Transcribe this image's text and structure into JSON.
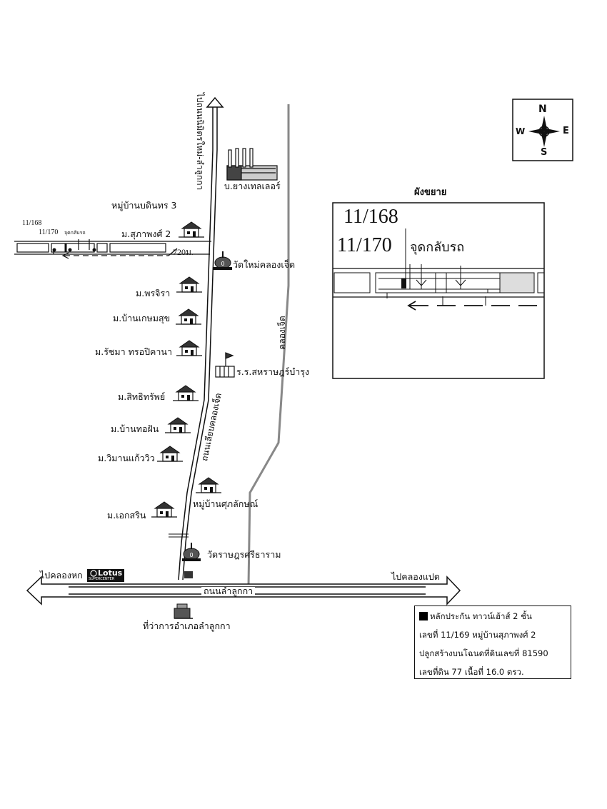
{
  "compass": {
    "n": "N",
    "s": "S",
    "e": "E",
    "w": "W"
  },
  "roads": {
    "north_road": "ไปถนนนิมิตรใหม่-ลำลูกกา",
    "main_road": "ถนนเลียบคลองเจ็ด",
    "bottom_road": "ถนนลำลูกกา",
    "canal": "คลองเจ็ด",
    "to_left": "ไปคลองหก",
    "to_right": "ไปคลองแปด",
    "distance": "720ม."
  },
  "landmarks": {
    "factory": "บ.ยางเทลเลอร์",
    "baan_boditoon": "หมู่บ้านบดินทร 3",
    "supapong": "ม.สุภาพงศ์ 2",
    "wat_mai": "วัดใหม่คลองเจ็ด",
    "pornjira": "ม.พรจิรา",
    "baan_kasem": "ม.บ้านเกษมสุข",
    "ratchama": "ม.รัชมา ทรอปิคานา",
    "school": "ร.ร.สหราษฎร์บำรุง",
    "sitthisap": "ม.สิทธิทรัพย์",
    "baan_torfan": "ม.บ้านทอฝัน",
    "wiman": "ม.วิมานแก้ววิว",
    "baan_suppalak": "หมู่บ้านศุภลักษณ์",
    "ekasarin": "ม.เอกสริน",
    "wat_rat": "วัดราษฎรศรีธาราม",
    "district_office": "ที่ว่าการอำเภอลำลูกกา",
    "lotus": "Lotus",
    "lotus_sub": "SUPERCENTER"
  },
  "plots": {
    "lot_a": "11/168",
    "lot_b": "11/170",
    "uturn": "จุดกลับรถ"
  },
  "inset": {
    "title": "ผังขยาย",
    "lot_a": "11/168",
    "lot_b": "11/170",
    "uturn": "จุดกลับรถ"
  },
  "legend": {
    "line1": "หลักประกัน ทาวน์เฮ้าส์ 2 ชั้น",
    "line2": "เลขที่ 11/169 หมู่บ้านสุภาพงศ์ 2",
    "line3": "ปลูกสร้างบนโฉนดที่ดินเลขที่ 81590",
    "line4": "เลขที่ดิน 77 เนื้อที่ 16.0 ตรว."
  }
}
